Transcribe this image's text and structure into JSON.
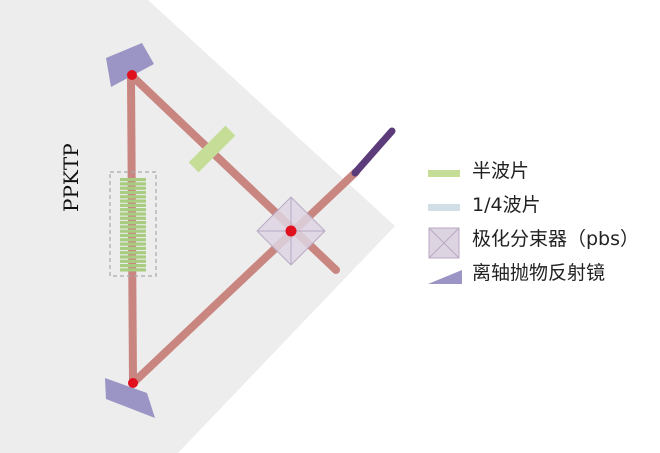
{
  "crystal_label": "PPKTP",
  "legend": {
    "half_wave_plate": "半波片",
    "quarter_wave_plate": "1/4波片",
    "polarizing_beam_splitter": "极化分束器（pbs）",
    "off_axis_parabolic_mirror": "离轴抛物反射镜"
  },
  "colors": {
    "background_region": "#ededed",
    "beam": "#c9857f",
    "half_wave_plate": "#c6dd98",
    "quarter_wave_plate": "#d2dfe6",
    "pbs_fill": "#ddd4e2",
    "mirror": "#9a95c4",
    "output_beam": "#5b3b7a",
    "focus_point": "#e0101e",
    "crystal": "#a8cc80"
  }
}
